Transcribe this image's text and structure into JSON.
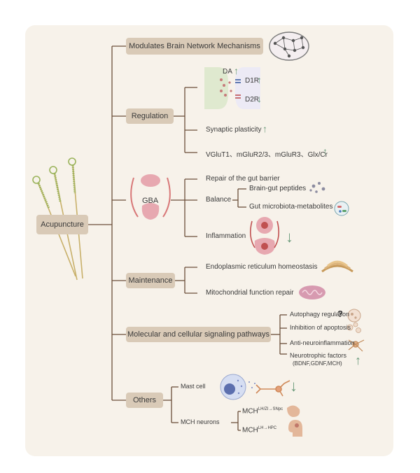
{
  "root": {
    "label": "Acupuncture"
  },
  "branches": {
    "brain_network": {
      "label": "Modulates Brain Network Mechanisms"
    },
    "regulation": {
      "label": "Regulation",
      "da": "DA",
      "d1r": "D1R",
      "d2r": "D2R",
      "synaptic": "Synaptic plasticity",
      "glutamate": "VGluT1、mGluR2/3、mGluR3、Glx/Cr"
    },
    "gba": {
      "label": "GBA",
      "repair": "Repair of the gut barrier",
      "balance": "Balance",
      "peptides": "Brain-gut peptides",
      "microbiota": "Gut microbiota-metabolites",
      "inflammation": "Inflammation"
    },
    "maintenance": {
      "label": "Maintenance",
      "er": "Endoplasmic reticulum homeostasis",
      "mito": "Mitochondrial function repair"
    },
    "signaling": {
      "label": "Molecular and cellular signaling pathways",
      "autophagy": "Autophagy regulation",
      "question": "?",
      "apoptosis": "Inhibition of apoptosis",
      "antineuro": "Anti-neuroinflammation",
      "neurotrophic": "Neurotrophic factors",
      "neurotrophic_sub": "(BDNF,GDNF,MCH)"
    },
    "others": {
      "label": "Others",
      "mast": "Mast cell",
      "mch": "MCH neurons",
      "mch1": "MCH",
      "mch1_sup": "LH/ZI→SNpc",
      "mch2": "MCH",
      "mch2_sup": "LH→HPC"
    }
  },
  "colors": {
    "box": "#d9cab7",
    "line": "#6b4f3a",
    "arrow": "#6a9a7a",
    "panel": "#f7f2ea"
  },
  "arrows": {
    "up": "↑",
    "down": "↓"
  }
}
